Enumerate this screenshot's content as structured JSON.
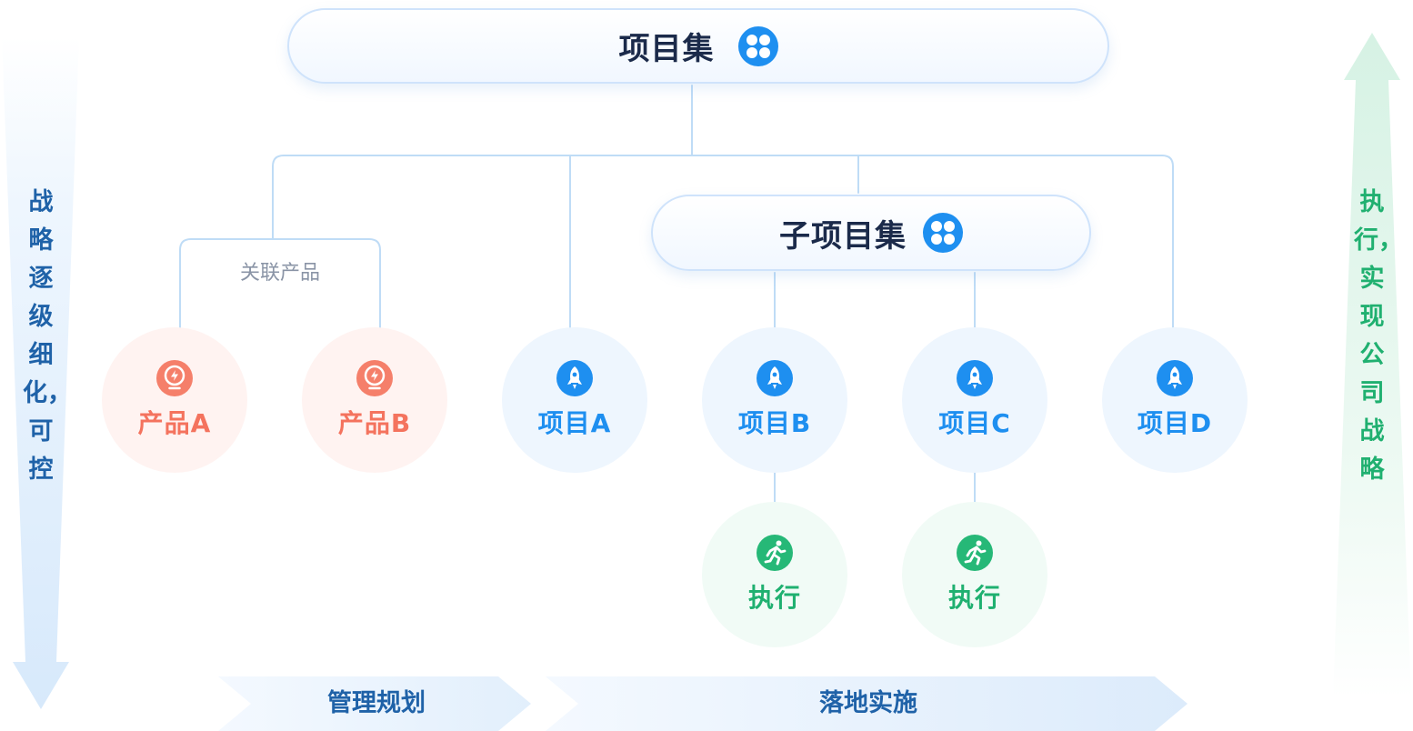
{
  "top_group": {
    "label": "项目集",
    "icon": "group-icon"
  },
  "sub_group": {
    "label": "子项目集",
    "icon": "group-icon"
  },
  "related_products_label": "关联产品",
  "products": [
    {
      "label": "产品A",
      "icon": "lightbulb-icon"
    },
    {
      "label": "产品B",
      "icon": "lightbulb-icon"
    }
  ],
  "projects": [
    {
      "label": "项目A",
      "icon": "rocket-icon"
    },
    {
      "label": "项目B",
      "icon": "rocket-icon"
    },
    {
      "label": "项目C",
      "icon": "rocket-icon"
    },
    {
      "label": "项目D",
      "icon": "rocket-icon"
    }
  ],
  "executions": [
    {
      "label": "执行",
      "icon": "running-person-icon"
    },
    {
      "label": "执行",
      "icon": "running-person-icon"
    }
  ],
  "left_arrow_text": "战略逐级细化，可控",
  "right_arrow_text": "执行，实现公司战略",
  "bottom_stages": [
    "管理规划",
    "落地实施"
  ],
  "colors": {
    "primary_blue": "#1e8ff0",
    "product_orange": "#f4735e",
    "execution_green": "#1fb070",
    "title_dark": "#1b2a4a",
    "connector": "#bfdcf6",
    "left_text": "#1f62a8",
    "right_text": "#20b070"
  }
}
